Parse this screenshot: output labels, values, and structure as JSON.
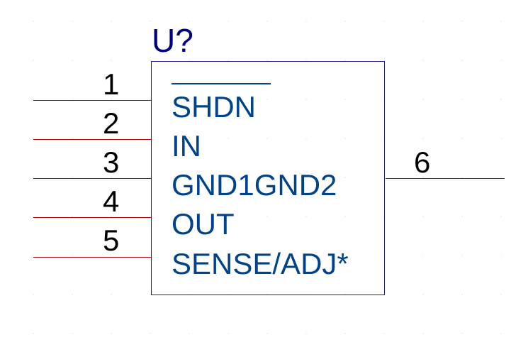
{
  "component": {
    "reference": "U?",
    "colors": {
      "outline": "#1a1a8c",
      "reference": "#000080",
      "pin_name": "#00438a",
      "pin_number": "#000000",
      "wire": "#b00000",
      "grid_dot": "#d0d0d0"
    }
  },
  "pins": [
    {
      "number": "1",
      "name": "SHDN",
      "active_low": true
    },
    {
      "number": "2",
      "name": "IN"
    },
    {
      "number": "3",
      "name": "GND1GND2"
    },
    {
      "number": "4",
      "name": "OUT"
    },
    {
      "number": "5",
      "name": "SENSE/ADJ*"
    },
    {
      "number": "6"
    }
  ]
}
